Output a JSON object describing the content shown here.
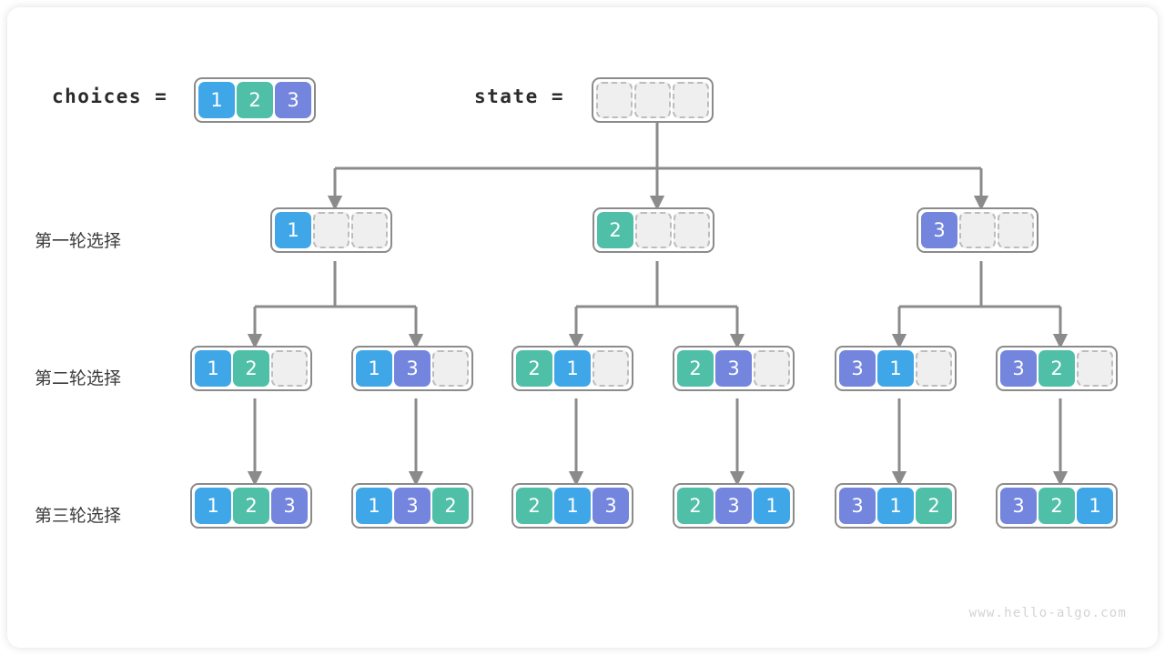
{
  "diagram": {
    "title": "permutation-backtracking-tree",
    "watermark": "www.hello-algo.com",
    "colors": {
      "blue": "#3FA7E8",
      "green": "#4FBFA8",
      "purple": "#7485DE",
      "empty_fill": "#efefef",
      "empty_border": "#bdbdbd",
      "box_border": "#8b8b8b",
      "connector": "#8b8b8b",
      "card_bg": "#ffffff"
    }
  },
  "header": {
    "choices_label": "choices  =",
    "choices_values": [
      "1",
      "2",
      "3"
    ],
    "state_label": "state  =",
    "state_values": [
      "",
      "",
      ""
    ]
  },
  "rows": [
    {
      "label": "第一轮选择",
      "nodes": [
        {
          "cells": [
            "1",
            "",
            ""
          ]
        },
        {
          "cells": [
            "2",
            "",
            ""
          ]
        },
        {
          "cells": [
            "3",
            "",
            ""
          ]
        }
      ]
    },
    {
      "label": "第二轮选择",
      "nodes": [
        {
          "cells": [
            "1",
            "2",
            ""
          ]
        },
        {
          "cells": [
            "1",
            "3",
            ""
          ]
        },
        {
          "cells": [
            "2",
            "1",
            ""
          ]
        },
        {
          "cells": [
            "2",
            "3",
            ""
          ]
        },
        {
          "cells": [
            "3",
            "1",
            ""
          ]
        },
        {
          "cells": [
            "3",
            "2",
            ""
          ]
        }
      ]
    },
    {
      "label": "第三轮选择",
      "nodes": [
        {
          "cells": [
            "1",
            "2",
            "3"
          ]
        },
        {
          "cells": [
            "1",
            "3",
            "2"
          ]
        },
        {
          "cells": [
            "2",
            "1",
            "3"
          ]
        },
        {
          "cells": [
            "2",
            "3",
            "1"
          ]
        },
        {
          "cells": [
            "3",
            "1",
            "2"
          ]
        },
        {
          "cells": [
            "3",
            "2",
            "1"
          ]
        }
      ]
    }
  ]
}
